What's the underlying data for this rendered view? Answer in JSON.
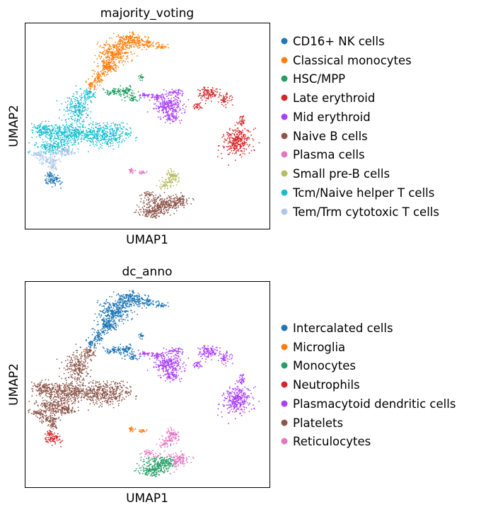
{
  "chart_data": [
    {
      "type": "scatter",
      "title": "majority_voting",
      "xlabel": "UMAP1",
      "ylabel": "UMAP2",
      "ticks": "none",
      "grid": false,
      "legend_position": "right",
      "legend": [
        {
          "name": "CD16+ NK cells",
          "color": "#1f77b4"
        },
        {
          "name": "Classical monocytes",
          "color": "#ff7f0e"
        },
        {
          "name": "HSC/MPP",
          "color": "#279e68"
        },
        {
          "name": "Late erythroid",
          "color": "#d62728"
        },
        {
          "name": "Mid erythroid",
          "color": "#aa40fc"
        },
        {
          "name": "Naive B cells",
          "color": "#8c564b"
        },
        {
          "name": "Plasma cells",
          "color": "#e377c2"
        },
        {
          "name": "Small pre-B cells",
          "color": "#b5bd61"
        },
        {
          "name": "Tcm/Naive helper T cells",
          "color": "#17becf"
        },
        {
          "name": "Tem/Trm cytotoxic T cells",
          "color": "#aec7e8"
        }
      ]
    },
    {
      "type": "scatter",
      "title": "dc_anno",
      "xlabel": "UMAP1",
      "ylabel": "UMAP2",
      "ticks": "none",
      "grid": false,
      "legend_position": "right",
      "legend": [
        {
          "name": "Intercalated cells",
          "color": "#1f77b4"
        },
        {
          "name": "Microglia",
          "color": "#ff7f0e"
        },
        {
          "name": "Monocytes",
          "color": "#279e68"
        },
        {
          "name": "Neutrophils",
          "color": "#d62728"
        },
        {
          "name": "Plasmacytoid dendritic cells",
          "color": "#aa40fc"
        },
        {
          "name": "Platelets",
          "color": "#8c564b"
        },
        {
          "name": "Reticulocytes",
          "color": "#e377c2"
        }
      ]
    }
  ]
}
